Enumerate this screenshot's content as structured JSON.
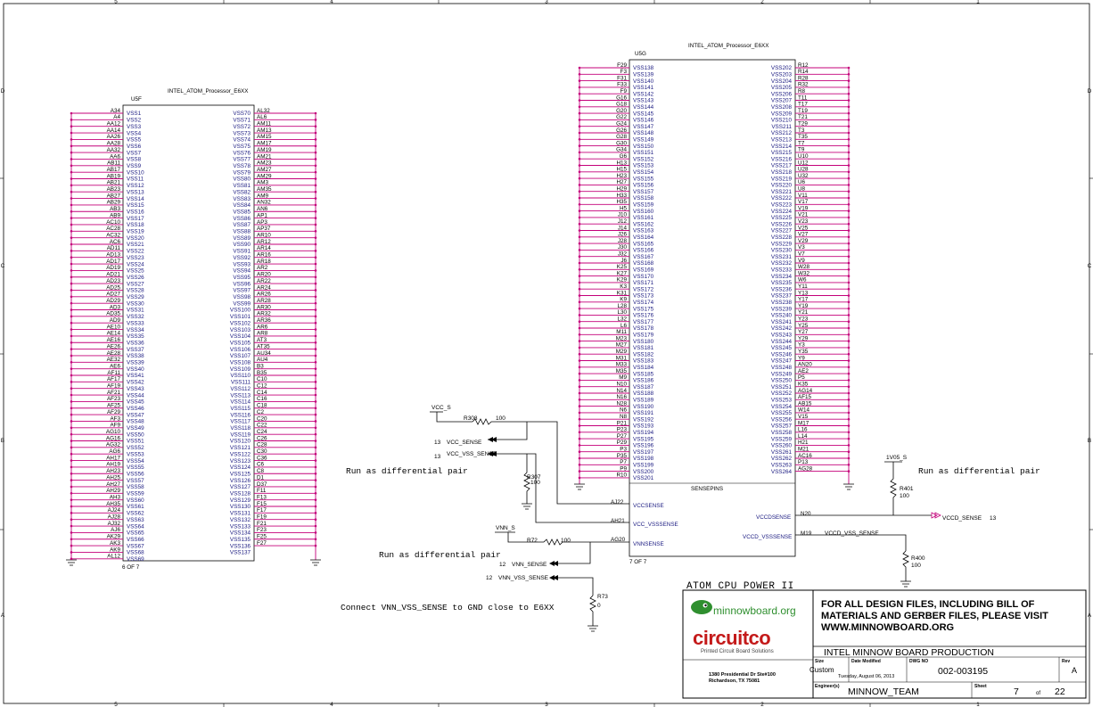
{
  "frame": {
    "columns": [
      "5",
      "4",
      "3",
      "2",
      "1"
    ],
    "rows": [
      "D",
      "C",
      "B",
      "A"
    ]
  },
  "u5f": {
    "title": "INTEL_ATOM_Processor_E6XX",
    "ref": "U5F",
    "page": "6 OF 7",
    "left_pins": [
      "A34",
      "A4",
      "AA12",
      "AA14",
      "AA26",
      "AA28",
      "AA32",
      "AA6",
      "AB11",
      "AB17",
      "AB19",
      "AB21",
      "AB23",
      "AB27",
      "AB29",
      "AB3",
      "AB9",
      "AC10",
      "AC28",
      "AC32",
      "AC6",
      "AD11",
      "AD13",
      "AD17",
      "AD19",
      "AD21",
      "AD23",
      "AD25",
      "AD27",
      "AD29",
      "AD3",
      "AD35",
      "AD9",
      "AE10",
      "AE14",
      "AE16",
      "AE26",
      "AE28",
      "AE32",
      "AE6",
      "AF11",
      "AF17",
      "AF19",
      "AF21",
      "AF23",
      "AF25",
      "AF29",
      "AF3",
      "AF9",
      "AG10",
      "AG16",
      "AG32",
      "AG6",
      "AH17",
      "AH19",
      "AH23",
      "AH25",
      "AH27",
      "AH29",
      "AH3",
      "AH35",
      "AJ24",
      "AJ28",
      "AJ32",
      "AJ6",
      "AK29",
      "AK3",
      "AK9",
      "AL12"
    ],
    "left_sigs": [
      "VSS1",
      "VSS2",
      "VSS3",
      "VSS4",
      "VSS5",
      "VSS6",
      "VSS7",
      "VSS8",
      "VSS9",
      "VSS10",
      "VSS11",
      "VSS12",
      "VSS13",
      "VSS14",
      "VSS15",
      "VSS16",
      "VSS17",
      "VSS18",
      "VSS19",
      "VSS20",
      "VSS21",
      "VSS22",
      "VSS23",
      "VSS24",
      "VSS25",
      "VSS26",
      "VSS27",
      "VSS28",
      "VSS29",
      "VSS30",
      "VSS31",
      "VSS32",
      "VSS33",
      "VSS34",
      "VSS35",
      "VSS36",
      "VSS37",
      "VSS38",
      "VSS39",
      "VSS40",
      "VSS41",
      "VSS42",
      "VSS43",
      "VSS44",
      "VSS45",
      "VSS46",
      "VSS47",
      "VSS48",
      "VSS49",
      "VSS50",
      "VSS51",
      "VSS52",
      "VSS53",
      "VSS54",
      "VSS55",
      "VSS56",
      "VSS57",
      "VSS58",
      "VSS59",
      "VSS60",
      "VSS61",
      "VSS62",
      "VSS63",
      "VSS64",
      "VSS65",
      "VSS66",
      "VSS67",
      "VSS68",
      "VSS69"
    ],
    "right_pins": [
      "AL32",
      "AL6",
      "AM11",
      "AM13",
      "AM15",
      "AM17",
      "AM19",
      "AM21",
      "AM23",
      "AM27",
      "AM29",
      "AM3",
      "AM35",
      "AM9",
      "AN32",
      "AN6",
      "AP1",
      "AP3",
      "AP37",
      "AR10",
      "AR12",
      "AR14",
      "AR16",
      "AR18",
      "AR2",
      "AR20",
      "AR22",
      "AR24",
      "AR26",
      "AR28",
      "AR30",
      "AR32",
      "AR36",
      "AR6",
      "AR8",
      "AT3",
      "AT35",
      "AU34",
      "AU4",
      "B3",
      "B35",
      "C10",
      "C12",
      "C14",
      "C16",
      "C18",
      "C2",
      "C20",
      "C22",
      "C24",
      "C26",
      "C28",
      "C30",
      "C36",
      "C6",
      "C8",
      "D1",
      "D37",
      "F11",
      "F13",
      "F15",
      "F17",
      "F19",
      "F21",
      "F23",
      "F25",
      "F27"
    ],
    "right_sigs": [
      "VSS70",
      "VSS71",
      "VSS72",
      "VSS73",
      "VSS74",
      "VSS75",
      "VSS76",
      "VSS77",
      "VSS78",
      "VSS79",
      "VSS80",
      "VSS81",
      "VSS82",
      "VSS83",
      "VSS84",
      "VSS85",
      "VSS86",
      "VSS87",
      "VSS88",
      "VSS89",
      "VSS90",
      "VSS91",
      "VSS92",
      "VSS93",
      "VSS94",
      "VSS95",
      "VSS96",
      "VSS97",
      "VSS98",
      "VSS99",
      "VSS100",
      "VSS101",
      "VSS102",
      "VSS103",
      "VSS104",
      "VSS105",
      "VSS106",
      "VSS107",
      "VSS108",
      "VSS109",
      "VSS110",
      "VSS111",
      "VSS112",
      "VSS113",
      "VSS114",
      "VSS115",
      "VSS116",
      "VSS117",
      "VSS118",
      "VSS119",
      "VSS120",
      "VSS121",
      "VSS122",
      "VSS123",
      "VSS124",
      "VSS125",
      "VSS126",
      "VSS127",
      "VSS128",
      "VSS129",
      "VSS130",
      "VSS131",
      "VSS132",
      "VSS133",
      "VSS134",
      "VSS135",
      "VSS136",
      "VSS137"
    ]
  },
  "u5g": {
    "title": "INTEL_ATOM_Processor_E6XX",
    "ref": "U5G",
    "page": "7 OF 7",
    "sense_group": "SENSEPINS",
    "left_pins": [
      "F29",
      "F3",
      "F31",
      "F33",
      "F9",
      "G16",
      "G18",
      "G20",
      "G22",
      "G24",
      "G26",
      "G28",
      "G30",
      "G34",
      "G6",
      "H13",
      "H15",
      "H23",
      "H27",
      "H29",
      "H33",
      "H35",
      "H5",
      "J10",
      "J12",
      "J14",
      "J26",
      "J28",
      "J30",
      "J32",
      "J6",
      "K25",
      "K27",
      "K29",
      "K3",
      "K31",
      "K9",
      "L28",
      "L30",
      "L32",
      "L6",
      "M11",
      "M23",
      "M27",
      "M29",
      "M31",
      "M33",
      "M35",
      "M9",
      "N10",
      "N14",
      "N16",
      "N28",
      "N6",
      "N8",
      "P21",
      "P23",
      "P27",
      "P29",
      "P3",
      "P35",
      "P7",
      "P9",
      "R10"
    ],
    "left_sigs": [
      "VSS138",
      "VSS139",
      "VSS140",
      "VSS141",
      "VSS142",
      "VSS143",
      "VSS144",
      "VSS145",
      "VSS146",
      "VSS147",
      "VSS148",
      "VSS149",
      "VSS150",
      "VSS151",
      "VSS152",
      "VSS153",
      "VSS154",
      "VSS155",
      "VSS156",
      "VSS157",
      "VSS158",
      "VSS159",
      "VSS160",
      "VSS161",
      "VSS162",
      "VSS163",
      "VSS164",
      "VSS165",
      "VSS166",
      "VSS167",
      "VSS168",
      "VSS169",
      "VSS170",
      "VSS171",
      "VSS172",
      "VSS173",
      "VSS174",
      "VSS175",
      "VSS176",
      "VSS177",
      "VSS178",
      "VSS179",
      "VSS180",
      "VSS181",
      "VSS182",
      "VSS183",
      "VSS184",
      "VSS185",
      "VSS186",
      "VSS187",
      "VSS188",
      "VSS189",
      "VSS190",
      "VSS191",
      "VSS192",
      "VSS193",
      "VSS194",
      "VSS195",
      "VSS196",
      "VSS197",
      "VSS198",
      "VSS199",
      "VSS200",
      "VSS201"
    ],
    "right_pins": [
      "R12",
      "R14",
      "R28",
      "R32",
      "R8",
      "T11",
      "T17",
      "T19",
      "T21",
      "T29",
      "T3",
      "T35",
      "T7",
      "T9",
      "U10",
      "U12",
      "U28",
      "U32",
      "U6",
      "U8",
      "V11",
      "V17",
      "V19",
      "V21",
      "V23",
      "V25",
      "V27",
      "V29",
      "V3",
      "V7",
      "V9",
      "W28",
      "W32",
      "W6",
      "Y11",
      "Y13",
      "Y17",
      "Y19",
      "Y21",
      "Y23",
      "Y25",
      "Y27",
      "Y29",
      "Y3",
      "Y35",
      "Y9",
      "AN20",
      "AE2",
      "P5",
      "K35",
      "AG14",
      "AF15",
      "AB15",
      "W14",
      "V15",
      "M17",
      "L16",
      "L14",
      "H21",
      "M21",
      "AC16",
      "P13",
      "AG28"
    ],
    "right_sigs": [
      "VSS202",
      "VSS203",
      "VSS204",
      "VSS205",
      "VSS206",
      "VSS207",
      "VSS208",
      "VSS209",
      "VSS210",
      "VSS211",
      "VSS212",
      "VSS213",
      "VSS214",
      "VSS215",
      "VSS216",
      "VSS217",
      "VSS218",
      "VSS219",
      "VSS220",
      "VSS221",
      "VSS222",
      "VSS223",
      "VSS224",
      "VSS225",
      "VSS226",
      "VSS227",
      "VSS228",
      "VSS229",
      "VSS230",
      "VSS231",
      "VSS232",
      "VSS233",
      "VSS234",
      "VSS235",
      "VSS236",
      "VSS237",
      "VSS238",
      "VSS239",
      "VSS240",
      "VSS241",
      "VSS242",
      "VSS243",
      "VSS244",
      "VSS245",
      "VSS246",
      "VSS247",
      "VSS248",
      "VSS249",
      "VSS250",
      "VSS251",
      "VSS252",
      "VSS253",
      "VSS254",
      "VSS255",
      "VSS256",
      "VSS257",
      "VSS258",
      "VSS259",
      "VSS260",
      "VSS261",
      "VSS262",
      "VSS263",
      "VSS264"
    ],
    "sense_left": [
      {
        "pin": "AJ22",
        "sig": "VCCSENSE"
      },
      {
        "pin": "AH21",
        "sig": "VCC_VSSSENSE"
      },
      {
        "pin": "AG20",
        "sig": "VNNSENSE"
      }
    ],
    "sense_right": [
      {
        "pin": "N20",
        "sig": "VCCDSENSE"
      },
      {
        "pin": "M19",
        "sig": "VCCD_VSSSENSE"
      }
    ]
  },
  "nets": {
    "vcc_s": "VCC_S",
    "r308": "R308",
    "r308_val": "100",
    "vcc_sense": "VCC_SENSE",
    "vcc_sense_ref": "13",
    "vcc_vss_sense": "VCC_VSS_SENSE",
    "vcc_vss_sense_ref": "13",
    "r307": "R307",
    "r307_val": "100",
    "vnn_s": "VNN_S",
    "r72": "R72",
    "r72_val": "100",
    "vnn_sense": "VNN_SENSE",
    "vnn_sense_ref": "12",
    "vnn_vss_sense": "VNN_VSS_SENSE",
    "vnn_vss_sense_ref": "12",
    "r73": "R73",
    "r73_val": "0",
    "v1v05_s": "1V05_S",
    "r401": "R401",
    "r401_val": "100",
    "vccd_sense": "VCCD_SENSE",
    "vccd_sense_ref": "13",
    "vccd_vss_sense": "VCCD_VSS_SENSE",
    "r400": "R400",
    "r400_val": "100"
  },
  "notes": {
    "diff_pair_1": "Run as differential pair",
    "diff_pair_2": "Run as differential pair",
    "diff_pair_3": "Run as differential pair",
    "connect_note": "Connect VNN_VSS_SENSE to GND close to E6XX"
  },
  "title_block": {
    "sheet_title": "ATOM CPU POWER II",
    "logo_text": "minnowboard.org",
    "brand": "circuitco",
    "brand_tagline": "Printed Circuit Board Solutions",
    "address_line1": "1380 Presidential Dr Ste#100",
    "address_line2": "Richardson, TX 75081",
    "notice_line1": "FOR ALL DESIGN FILES, INCLUDING BILL OF",
    "notice_line2": "MATERIALS AND GERBER FILES, PLEASE VISIT",
    "notice_line3": "WWW.MINNOWBOARD.ORG",
    "project": "INTEL MINNOW BOARD PRODUCTION",
    "size_label": "Size",
    "size_value": "Custom",
    "date_label": "Date Modified",
    "date_value": "Tuesday, August 06, 2013",
    "dwg_label": "DWG NO",
    "dwg_value": "002-003195",
    "rev_label": "Rev",
    "rev_value": "A",
    "engineer_label": "Engineer(s)",
    "engineer_value": "MINNOW_TEAM",
    "sheet_label": "Sheet",
    "sheet_value": "7",
    "of_label": "of",
    "of_value": "22"
  },
  "colors": {
    "bus": "#c4007a",
    "signal_text": "#1a1a80",
    "sense_net_red": "#c0002a",
    "logo_green": "#2f8f2f",
    "brand_red": "#c41a1a"
  }
}
